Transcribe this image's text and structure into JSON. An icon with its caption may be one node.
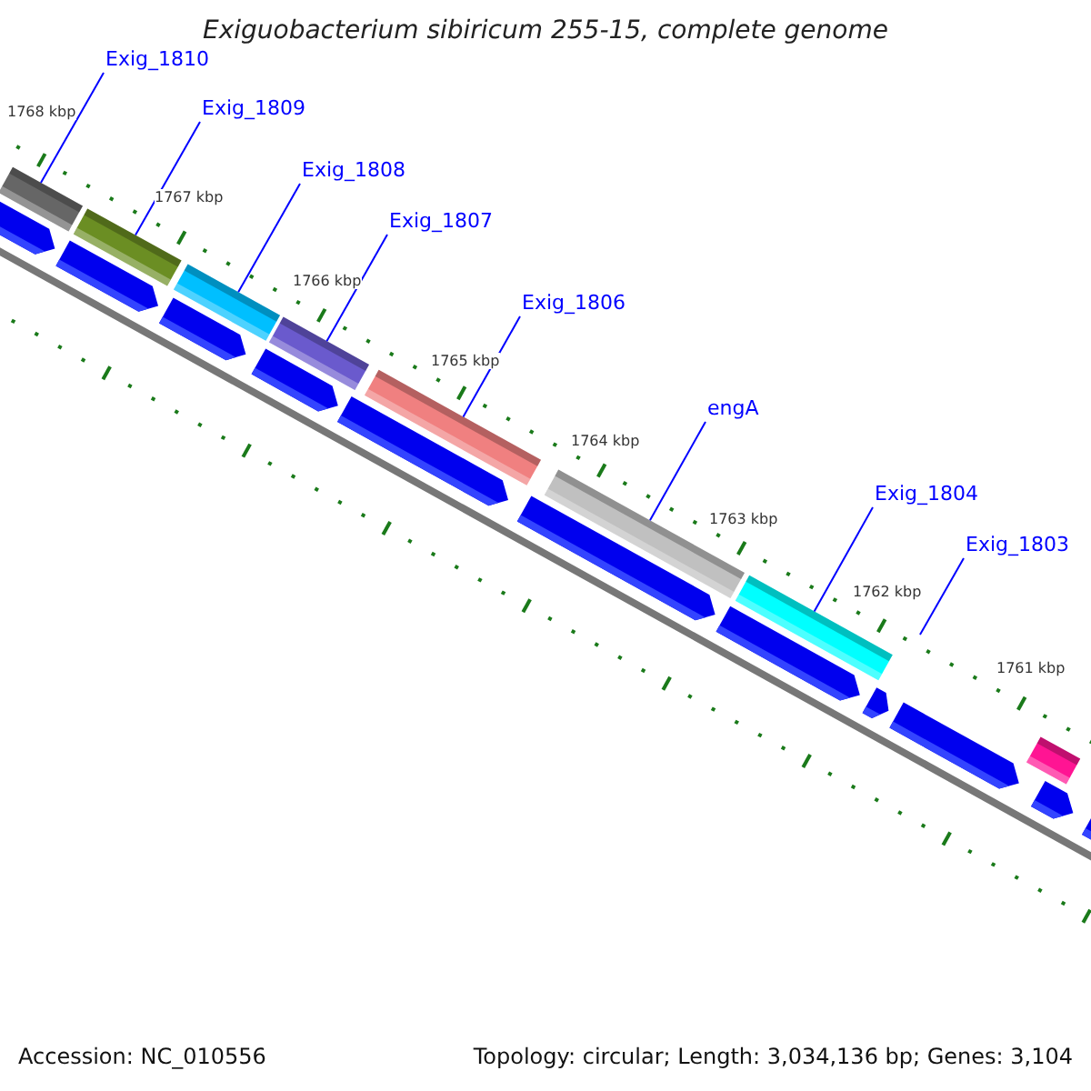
{
  "diagram": {
    "title": "Exiguobacterium sibiricum 255-15, complete genome",
    "nodes": [
      {
        "text": [
          "Exig_1810"
        ]
      },
      {
        "text": [
          "Exig_1809"
        ]
      },
      {
        "text": [
          "Exig_1808"
        ]
      },
      {
        "text": [
          "Exig_1807"
        ]
      },
      {
        "text": [
          "Exig_1806"
        ]
      },
      {
        "text": [
          "engA"
        ]
      },
      {
        "text": [
          "Exig_1804"
        ]
      },
      {
        "text": [
          "Exig_1803"
        ]
      },
      {
        "text": [],
        "shape": "bar"
      },
      {
        "text": [],
        "shape": "bar"
      },
      {
        "text": [],
        "shape": "bar"
      },
      {
        "text": [],
        "shape": "bar"
      },
      {
        "text": [],
        "shape": "bar"
      },
      {
        "text": [],
        "shape": "bar"
      },
      {
        "text": [],
        "shape": "bar"
      },
      {
        "text": [],
        "shape": "bar"
      }
    ],
    "edges": [
      {
        "from": 0,
        "to": 8,
        "arrow": "none"
      },
      {
        "from": 1,
        "to": 9,
        "arrow": "none"
      },
      {
        "from": 2,
        "to": 10,
        "arrow": "none"
      },
      {
        "from": 3,
        "to": 11,
        "arrow": "none"
      },
      {
        "from": 4,
        "to": 12,
        "arrow": "none"
      },
      {
        "from": 5,
        "to": 13,
        "arrow": "none"
      },
      {
        "from": 6,
        "to": 14,
        "arrow": "none"
      },
      {
        "from": 7,
        "to": null,
        "arrow": "none"
      }
    ],
    "labels": [
      "1768 kbp",
      "1767 kbp",
      "1766 kbp",
      "1765 kbp",
      "1764 kbp",
      "1763 kbp",
      "1762 kbp",
      "1761 kbp",
      "Accession: NC_010556",
      "Topology: circular; Length: 3,034,136 bp; Genes: 3,104"
    ]
  }
}
